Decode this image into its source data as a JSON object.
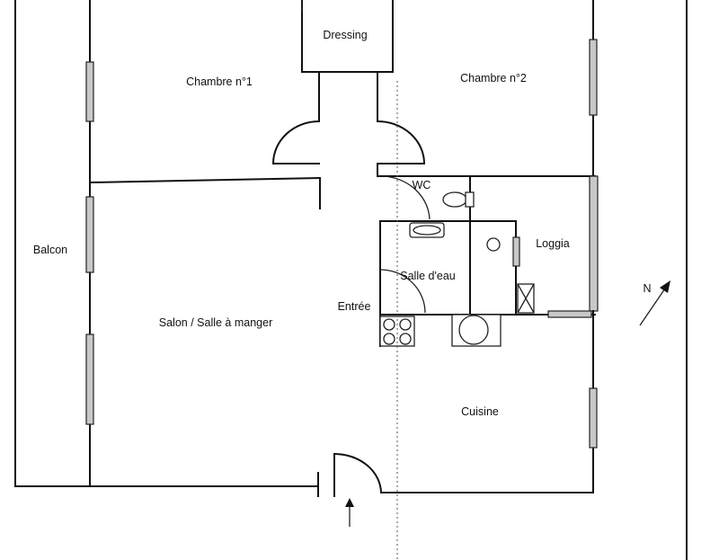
{
  "rooms": {
    "dressing": "Dressing",
    "chambre1": "Chambre n°1",
    "chambre2": "Chambre n°2",
    "wc": "WC",
    "loggia": "Loggia",
    "balcon": "Balcon",
    "salle_eau": "Salle d'eau",
    "entree": "Entrée",
    "salon": "Salon / Salle à manger",
    "cuisine": "Cuisine"
  },
  "compass": {
    "label": "N"
  }
}
